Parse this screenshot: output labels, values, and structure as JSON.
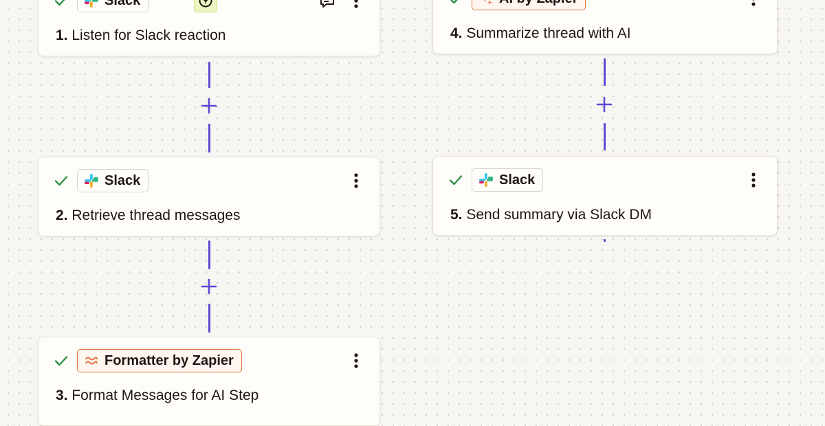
{
  "steps": [
    {
      "status": "complete",
      "app": "Slack",
      "number": "1.",
      "title": "Listen for Slack reaction",
      "trigger": true
    },
    {
      "status": "complete",
      "app": "Slack",
      "number": "2.",
      "title": "Retrieve thread messages"
    },
    {
      "status": "complete",
      "app": "Formatter by Zapier",
      "number": "3.",
      "title": "Format Messages for AI Step"
    },
    {
      "status": "complete",
      "app": "AI by Zapier",
      "number": "4.",
      "title": "Summarize thread with AI"
    },
    {
      "status": "complete",
      "app": "Slack",
      "number": "5.",
      "title": "Send summary via Slack DM"
    }
  ],
  "colors": {
    "connector": "#5f49d6",
    "check": "#2f8f46",
    "zapier_orange": "#e0733c",
    "canvas": "#f7f6f2",
    "card": "#fffdfa",
    "text": "#201515"
  },
  "icons": [
    "check-icon",
    "slack-icon",
    "lightning-icon",
    "note-icon",
    "more-vertical-icon",
    "formatter-icon",
    "ai-sparkle-icon",
    "plus-icon"
  ]
}
